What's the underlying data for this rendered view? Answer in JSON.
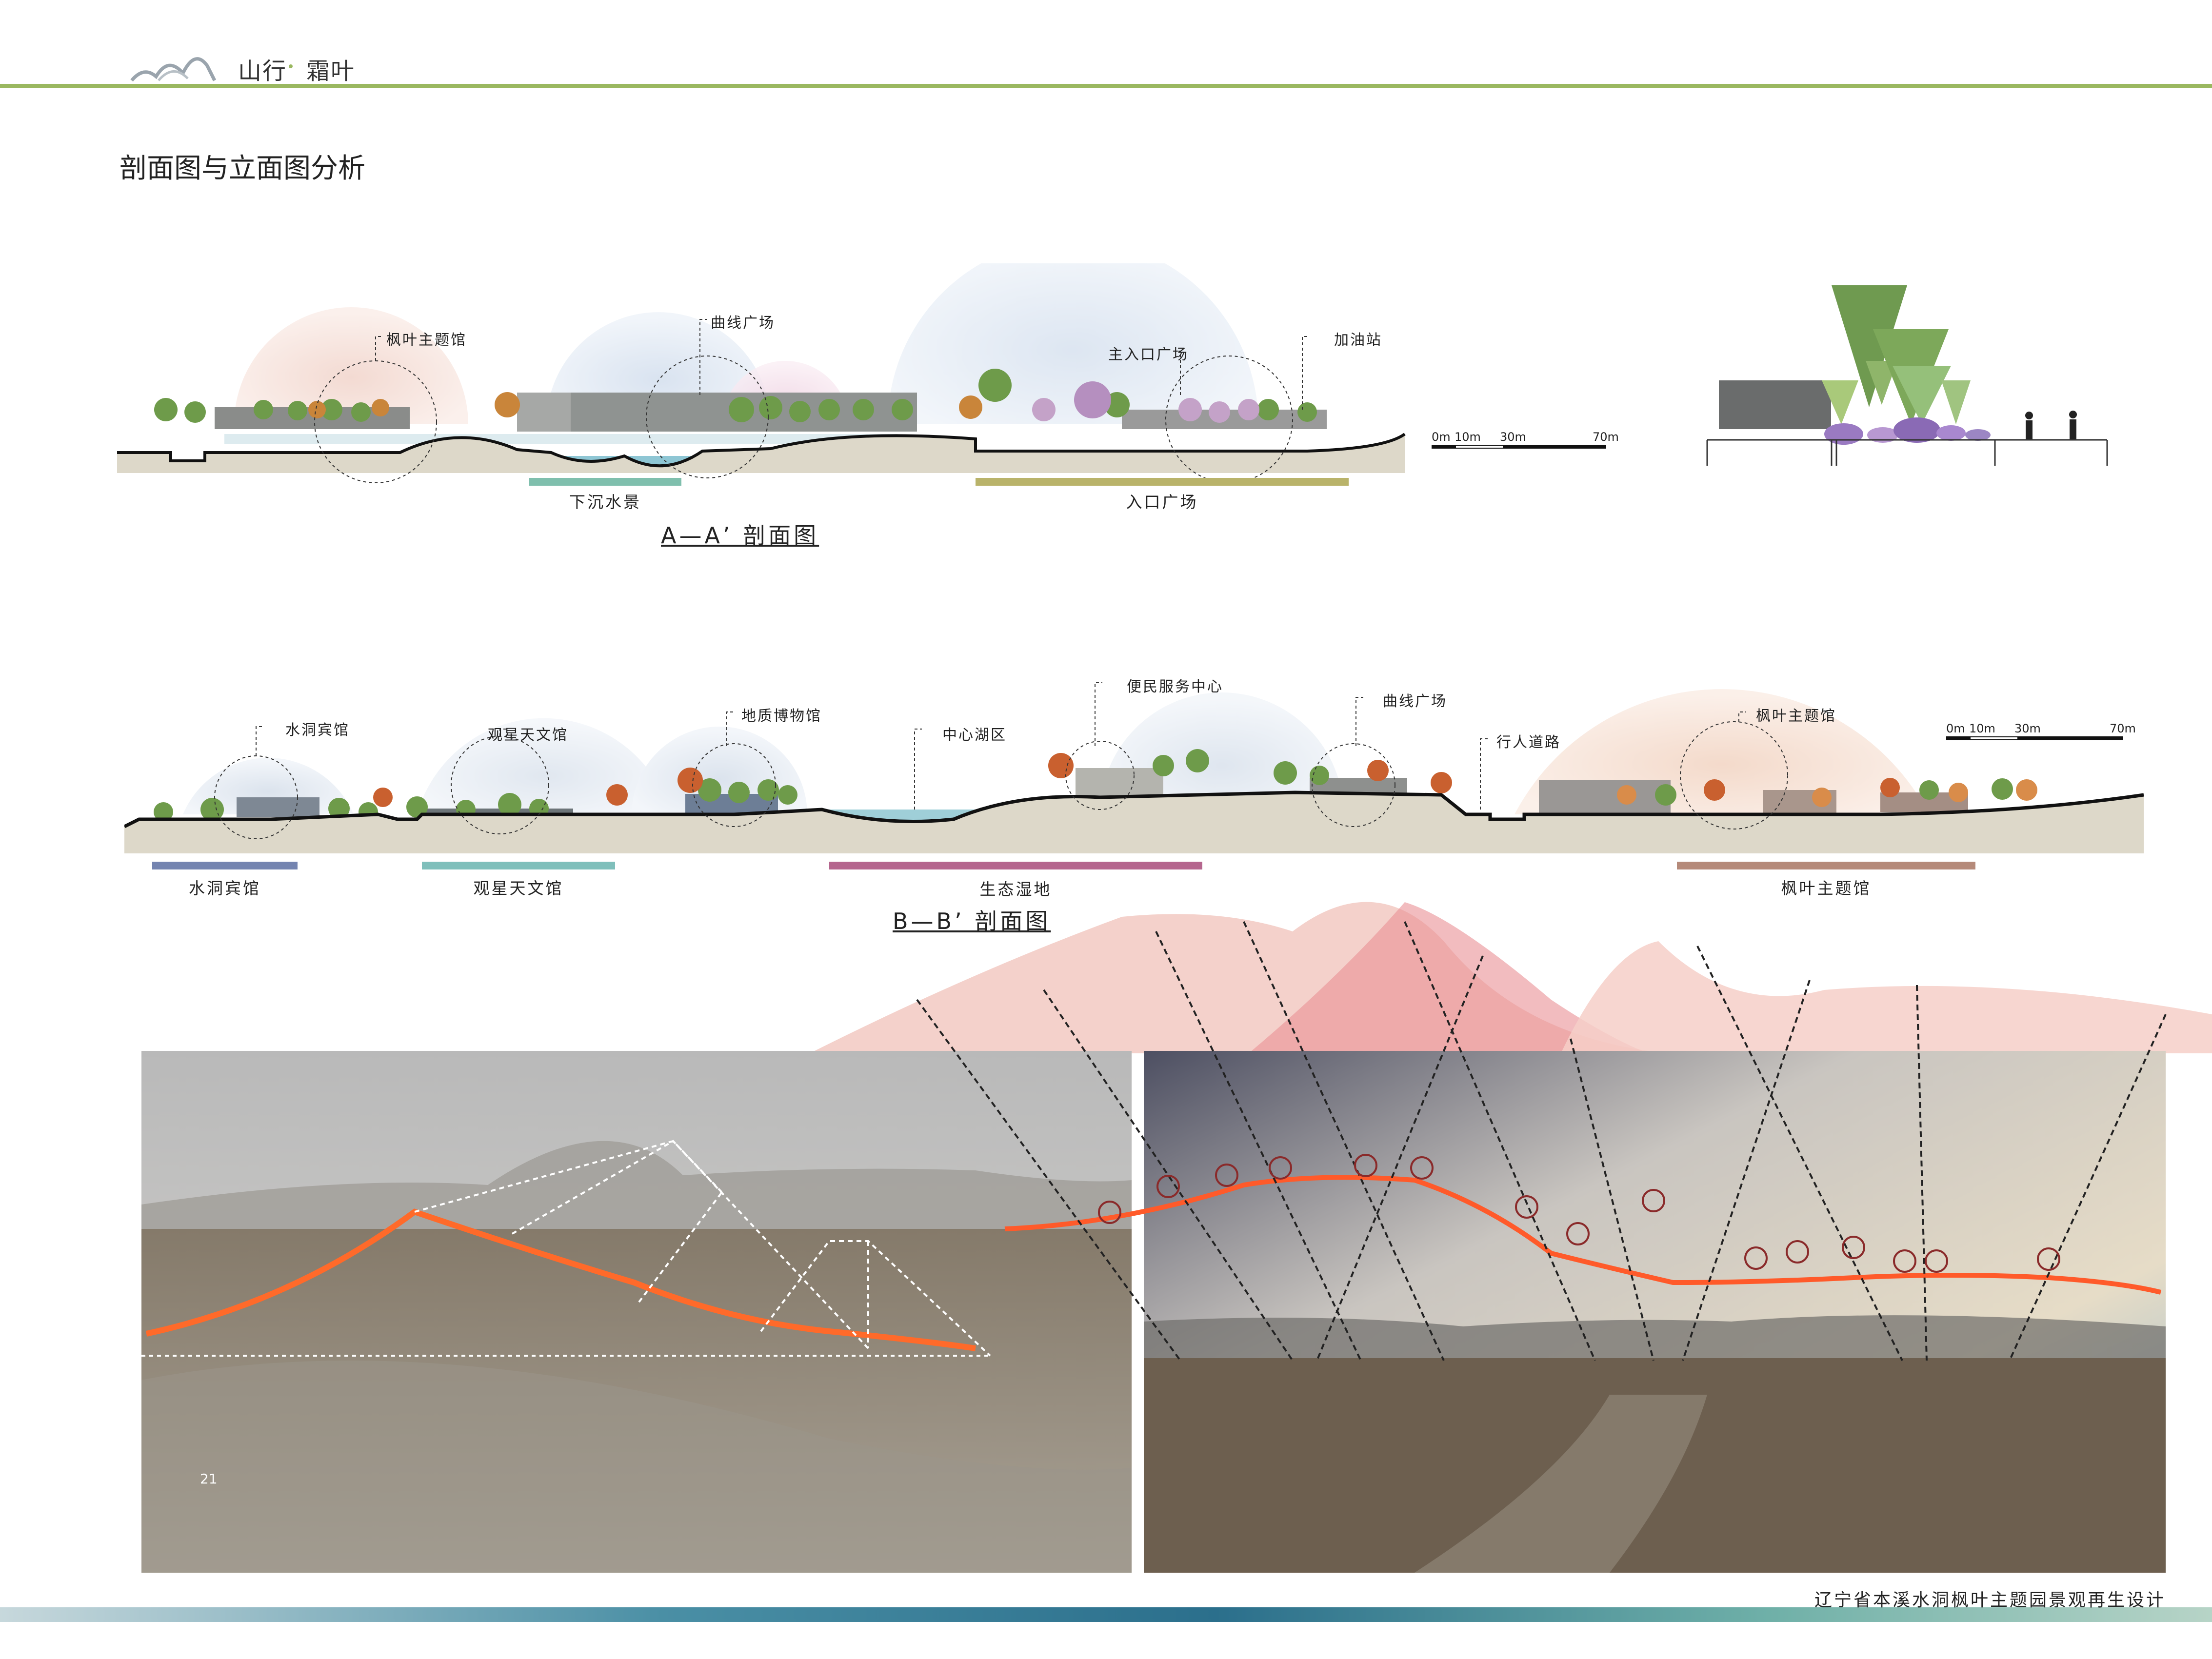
{
  "header": {
    "logo_text": "山行",
    "logo_text2": "霜叶",
    "accent_color": "#9ab860"
  },
  "page_title": "剖面图与立面图分析",
  "section_aa": {
    "title": "A—A’  剖面图",
    "callouts": [
      "枫叶主题馆",
      "曲线广场",
      "主入口广场",
      "加油站"
    ],
    "zones": [
      {
        "label": "下沉水景",
        "color": "#7fbfad"
      },
      {
        "label": "入口广场",
        "color": "#b9b36a"
      }
    ],
    "scale": {
      "t0": "0m",
      "t1": "10m",
      "t2": "30m",
      "t3": "70m"
    }
  },
  "section_bb": {
    "title": "B—B’  剖面图",
    "callouts": [
      "水洞宾馆",
      "观星天文馆",
      "地质博物馆",
      "中心湖区",
      "便民服务中心",
      "曲线广场",
      "行人道路",
      "枫叶主题馆"
    ],
    "zones": [
      {
        "label": "水洞宾馆",
        "color": "#7484b0"
      },
      {
        "label": "观星天文馆",
        "color": "#7fbfbb"
      },
      {
        "label": "生态湿地",
        "color": "#b5668e"
      },
      {
        "label": "枫叶主题馆",
        "color": "#b58a7a"
      }
    ],
    "scale": {
      "t0": "0m",
      "t1": "10m",
      "t2": "30m",
      "t3": "70m"
    }
  },
  "photo_left": {
    "page_number": "21"
  },
  "footer": {
    "text": "辽宁省本溪水洞枫叶主题园景观再生设计"
  }
}
